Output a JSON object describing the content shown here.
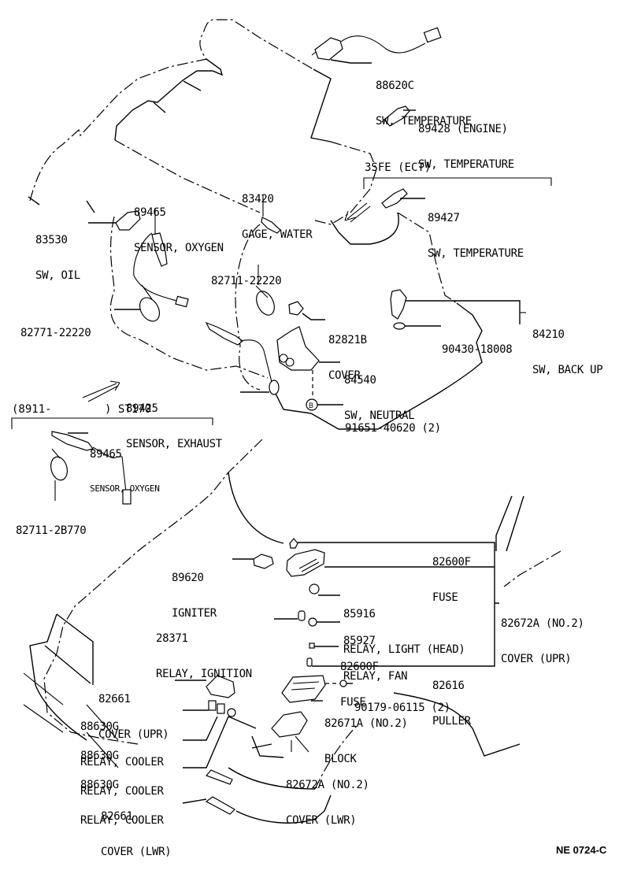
{
  "diagram": {
    "title_code": "NE 0724-C",
    "sections": {
      "engine_3sfe": "3SFE (ECT)",
      "st170": "(8911-        ) ST170"
    },
    "parts": [
      {
        "id": "p88620c",
        "number": "88620C",
        "name": "SW, TEMPERATURE"
      },
      {
        "id": "p89428",
        "number": "89428 (ENGINE)",
        "name": "SW, TEMPERATURE"
      },
      {
        "id": "p83420",
        "number": "83420",
        "name": "GAGE, WATER"
      },
      {
        "id": "p89465a",
        "number": "89465",
        "name": "SENSOR, OXYGEN"
      },
      {
        "id": "p83530",
        "number": "83530",
        "name": "SW, OIL"
      },
      {
        "id": "p89427",
        "number": "89427",
        "name": "SW, TEMPERATURE"
      },
      {
        "id": "p82711a",
        "number": "82711-22220",
        "name": ""
      },
      {
        "id": "p82771",
        "number": "82771-22220",
        "name": ""
      },
      {
        "id": "p82821b",
        "number": "82821B",
        "name": "COVER"
      },
      {
        "id": "p84210",
        "number": "84210",
        "name": "SW, BACK UP"
      },
      {
        "id": "p90430",
        "number": "90430-18008",
        "name": ""
      },
      {
        "id": "p84540",
        "number": "84540",
        "name": "SW, NEUTRAL"
      },
      {
        "id": "p89425",
        "number": "89425",
        "name": "SENSOR, EXHAUST"
      },
      {
        "id": "p91651",
        "number": "91651-40620 (2)",
        "name": ""
      },
      {
        "id": "p89465b",
        "number": "89465",
        "name": "SENSOR, OXYGEN"
      },
      {
        "id": "p82711b",
        "number": "82711-2B770",
        "name": ""
      },
      {
        "id": "p82600f_a",
        "number": "82600F",
        "name": "FUSE"
      },
      {
        "id": "p89620",
        "number": "89620",
        "name": "IGNITER"
      },
      {
        "id": "p85916",
        "number": "85916",
        "name": "RELAY, LIGHT (HEAD)"
      },
      {
        "id": "p82672a_upr",
        "number": "82672A (NO.2)",
        "name": "COVER (UPR)"
      },
      {
        "id": "p28371",
        "number": "28371",
        "name": "RELAY, IGNITION"
      },
      {
        "id": "p85927",
        "number": "85927",
        "name": "RELAY, FAN"
      },
      {
        "id": "p82600f_b",
        "number": "82600F",
        "name": "FUSE"
      },
      {
        "id": "p82616",
        "number": "82616",
        "name": "PULLER"
      },
      {
        "id": "p82661_upr",
        "number": "82661",
        "name": "COVER (UPR)"
      },
      {
        "id": "p90179",
        "number": "90179-06115 (2)",
        "name": ""
      },
      {
        "id": "p88630g_a",
        "number": "88630G",
        "name": "RELAY, COOLER"
      },
      {
        "id": "p82671a",
        "number": "82671A (NO.2)",
        "name": "BLOCK"
      },
      {
        "id": "p88630g_b",
        "number": "88630G",
        "name": "RELAY, COOLER"
      },
      {
        "id": "p82672a_lwr",
        "number": "82672A (NO.2)",
        "name": "COVER (LWR)"
      },
      {
        "id": "p88630g_c",
        "number": "88630G",
        "name": "RELAY, COOLER"
      },
      {
        "id": "p82661_lwr",
        "number": "82661",
        "name": "COVER (LWR)"
      }
    ],
    "bolt_marker": "B"
  }
}
